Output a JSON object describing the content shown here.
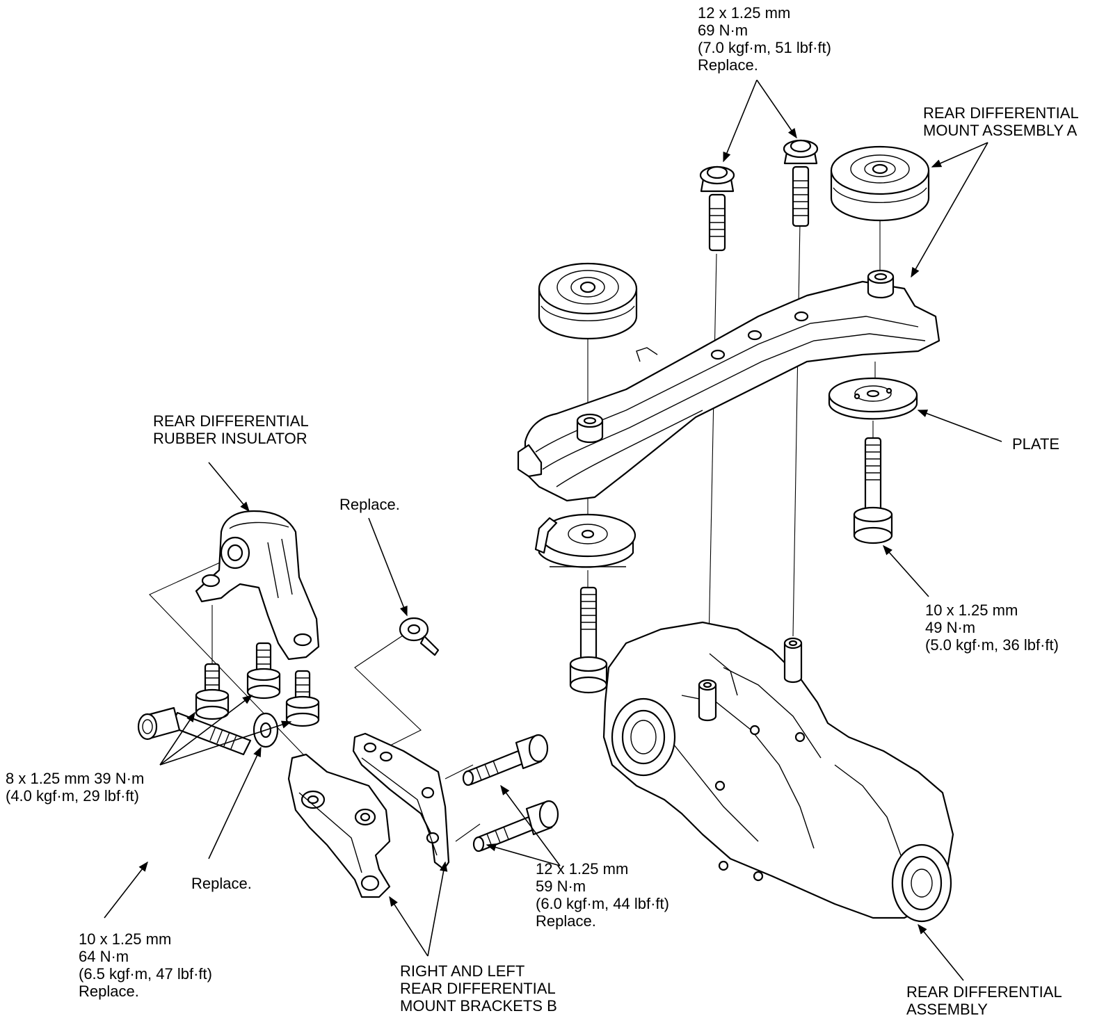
{
  "labels": {
    "upper_bolts": [
      "12 x 1.25 mm",
      "69 N·m",
      "(7.0 kgf·m, 51 lbf·ft)",
      "Replace."
    ],
    "mount_a": [
      "REAR DIFFERENTIAL",
      "MOUNT ASSEMBLY A"
    ],
    "plate": [
      "PLATE"
    ],
    "plate_bolt": [
      "10 x 1.25 mm",
      "49 N·m",
      "(5.0 kgf·m, 36 lbf·ft)"
    ],
    "rubber_insulator": [
      "REAR DIFFERENTIAL",
      "RUBBER INSULATOR"
    ],
    "nut_replace": [
      "Replace."
    ],
    "insulator_bolts": [
      "8 x 1.25 mm 39 N·m",
      "(4.0 kgf·m, 29 lbf·ft)"
    ],
    "washer_replace": [
      "Replace."
    ],
    "long_bolt": [
      "10 x 1.25 mm",
      "64 N·m",
      "(6.5 kgf·m, 47 lbf·ft)",
      "Replace."
    ],
    "bracket_bolts": [
      "12 x 1.25 mm",
      "59 N·m",
      "(6.0 kgf·m, 44 lbf·ft)",
      "Replace."
    ],
    "brackets_b": [
      "RIGHT AND LEFT",
      "REAR DIFFERENTIAL",
      "MOUNT BRACKETS B"
    ],
    "diff_assembly": [
      "REAR DIFFERENTIAL",
      "ASSEMBLY"
    ]
  }
}
